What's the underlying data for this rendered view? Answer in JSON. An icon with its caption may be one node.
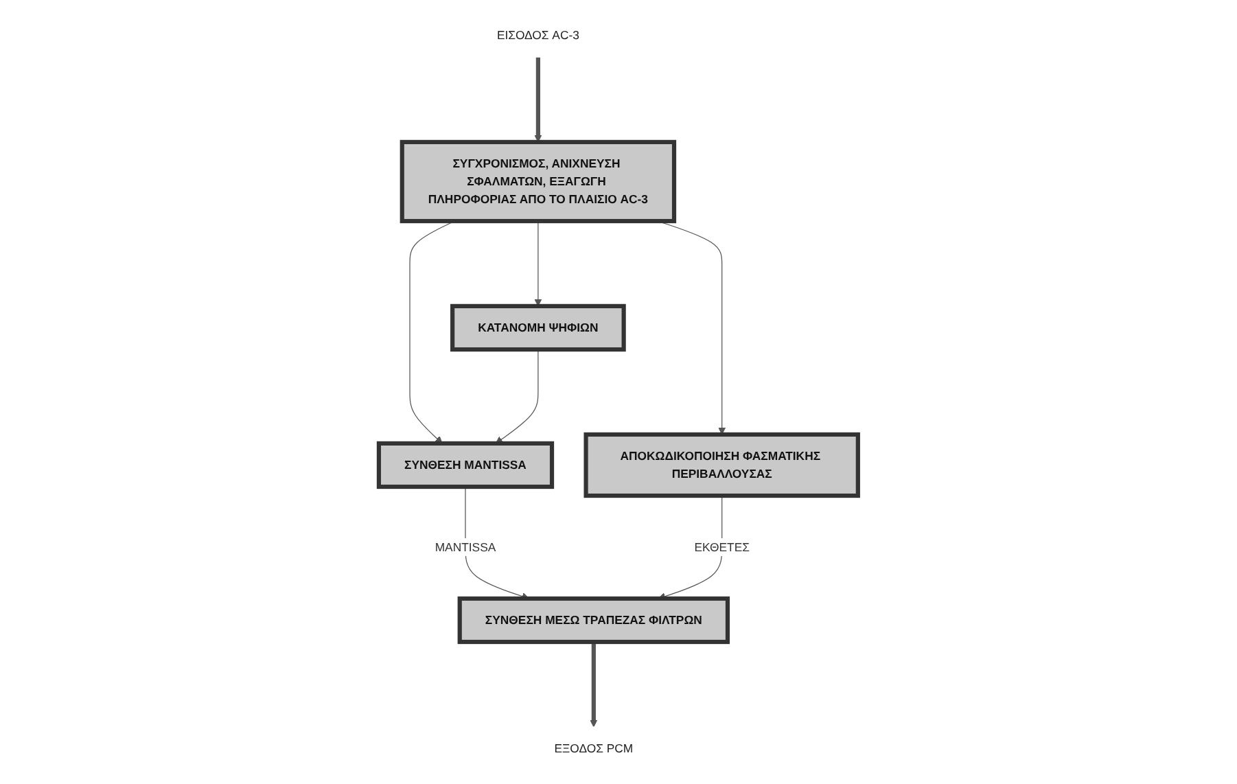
{
  "diagram": {
    "nodes": [
      {
        "text": [
          "ΕΙΣΟΔΟΣ AC-3"
        ]
      },
      {
        "text": [
          "ΣΥΓΧΡΟΝΙΣΜΟΣ, ΑΝΙΧΝΕΥΣΗ ΣΦΑΛΜΑΤΩΝ, ΕΞΑΓΩΓΗ ΠΛΗΡΟΦΟΡΙΑΣ ΑΠΟ ΤΟ ΠΛΑΙΣΙΟ AC-3"
        ]
      },
      {
        "text": [
          "ΚΑΤΑΝΟΜΗ ΨΗΦΙΩΝ"
        ]
      },
      {
        "text": [
          "ΣΥΝΘΕΣΗ MANTISSA"
        ]
      },
      {
        "text": [
          "ΑΠΟΚΩΔΙΚΟΠΟΙΗΣΗ ΦΑΣΜΑΤΙΚΗΣ ΠΕΡΙΒΑΛΛΟΥΣΑΣ"
        ]
      },
      {
        "text": [
          "ΣΥΝΘΕΣΗ ΜΕΣΩ ΤΡΑΠΕΖΑΣ ΦΙΛΤΡΩΝ"
        ]
      },
      {
        "text": [
          "ΕΞΟΔΟΣ PCM"
        ]
      }
    ],
    "edges": [
      {
        "from": 0,
        "to": 1,
        "arrow": "to",
        "style": "thick"
      },
      {
        "from": 1,
        "to": 2,
        "arrow": "to"
      },
      {
        "from": 1,
        "to": 3,
        "arrow": "to"
      },
      {
        "from": 1,
        "to": 4,
        "arrow": "to"
      },
      {
        "from": 2,
        "to": 3,
        "arrow": "to"
      },
      {
        "from": 3,
        "to": 5,
        "label": "MANTISSA",
        "arrow": "to"
      },
      {
        "from": 4,
        "to": 5,
        "label": "ΕΚΘΕΤΕΣ",
        "arrow": "to"
      },
      {
        "from": 5,
        "to": 6,
        "arrow": "to",
        "style": "thick"
      }
    ]
  }
}
